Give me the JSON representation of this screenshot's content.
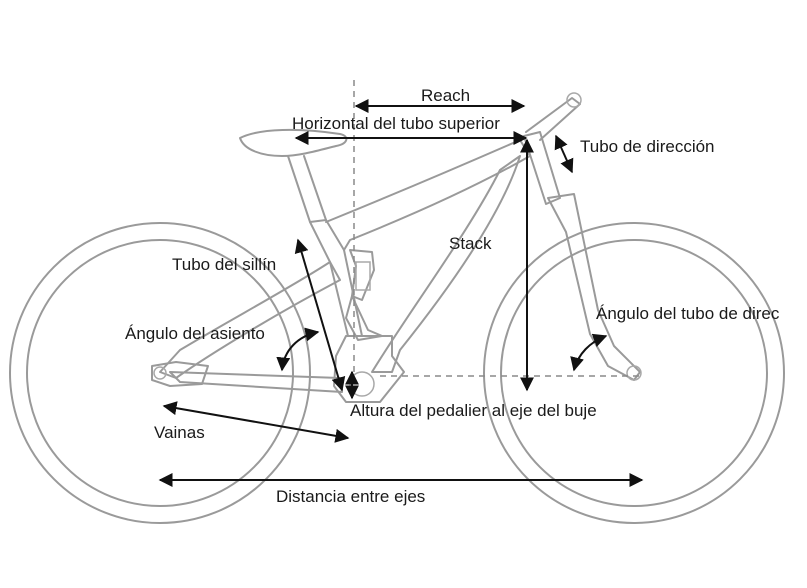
{
  "labels": {
    "reach": "Reach",
    "top_tube_horizontal": "Horizontal del tubo superior",
    "head_tube": "Tubo de dirección",
    "stack": "Stack",
    "seat_tube": "Tubo del sillín",
    "seat_angle": "Ángulo del asiento",
    "head_tube_angle": "Ángulo del tubo de direc",
    "bb_drop": "Altura del pedalier al eje del buje",
    "chainstays": "Vainas",
    "wheelbase": "Distancia entre ejes"
  },
  "colors": {
    "bike_outline": "#9a9a9a",
    "dimension_lines": "#111111",
    "text": "#1a1a1a",
    "background": "#ffffff"
  }
}
